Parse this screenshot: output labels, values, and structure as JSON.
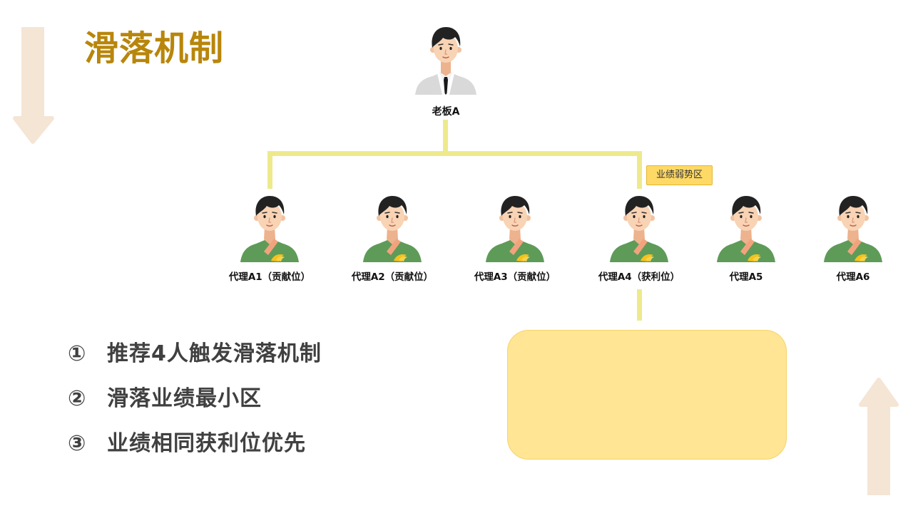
{
  "slide": {
    "title": "滑落机制"
  },
  "org_chart": {
    "root": {
      "label": "老板A",
      "avatar": "businessman-avatar"
    },
    "weak_zone_badge": "业绩弱势区",
    "agent_avatar": "agent-avatar",
    "agents": [
      {
        "label": "代理A1（贡献位）"
      },
      {
        "label": "代理A2（贡献位）"
      },
      {
        "label": "代理A3（贡献位）"
      },
      {
        "label": "代理A4（获利位）"
      },
      {
        "label": "代理A5"
      },
      {
        "label": "代理A6"
      }
    ]
  },
  "rules": [
    {
      "number": "①",
      "text": "推荐4人触发滑落机制"
    },
    {
      "number": "②",
      "text": "滑落业绩最小区"
    },
    {
      "number": "③",
      "text": "业绩相同获利位优先"
    }
  ],
  "decorations": {
    "left": "down-arrow",
    "right": "up-arrow"
  },
  "colors": {
    "title": "#B8860B",
    "connector": "#EEEA8C",
    "badge_fill": "#FFD966",
    "badge_border": "#E5B62E",
    "box_fill": "#FFE594",
    "box_border": "#F7D36B",
    "rule_text": "#404040",
    "arrow": "#F5E5D5",
    "agent_shirt": "#5E9B58",
    "boss_jacket": "#D9D9D9"
  }
}
